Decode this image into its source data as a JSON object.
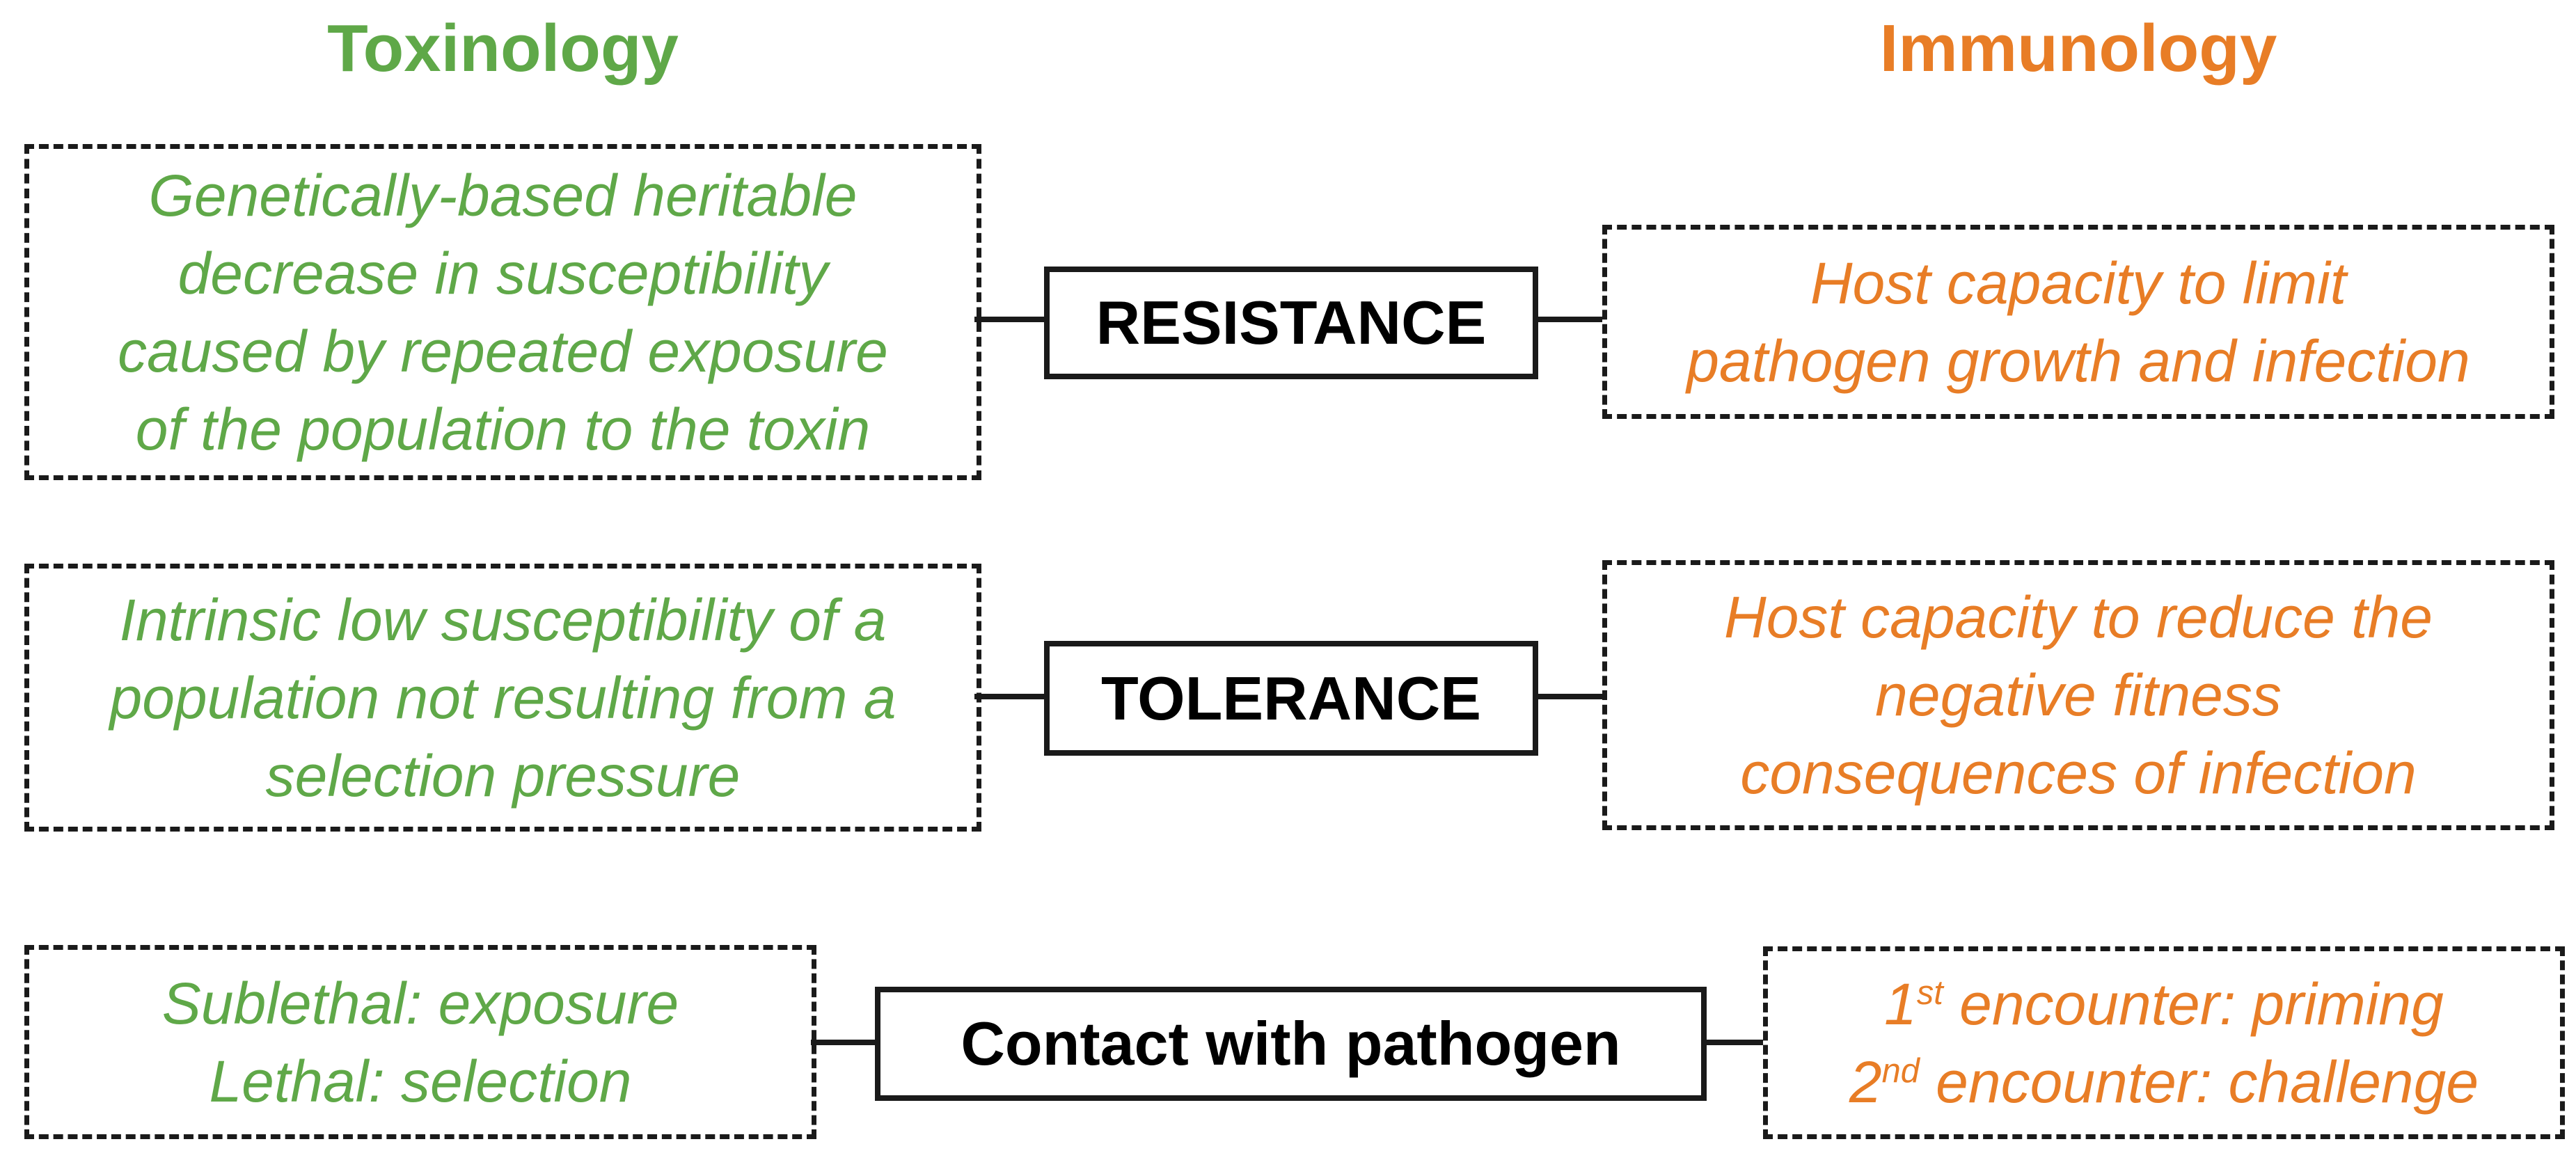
{
  "colors": {
    "toxinology_green": "#5FA848",
    "immunology_orange": "#E87D26",
    "line_black": "#1A1A1A"
  },
  "headers": {
    "left": "Toxinology",
    "right": "Immunology"
  },
  "rows": [
    {
      "center": "RESISTANCE",
      "left_lines": [
        "Genetically-based heritable",
        "decrease in susceptibility",
        "caused by repeated exposure",
        "of the population to the toxin"
      ],
      "right_lines": [
        "Host capacity to limit",
        "pathogen growth and infection"
      ]
    },
    {
      "center": "TOLERANCE",
      "left_lines": [
        "Intrinsic low susceptibility of a",
        "population not resulting from a",
        "selection pressure"
      ],
      "right_lines": [
        "Host capacity to reduce the",
        "negative fitness",
        "consequences of infection"
      ]
    },
    {
      "center": "Contact with pathogen",
      "left_lines": [
        "Sublethal: exposure",
        "Lethal: selection"
      ],
      "right_parts": [
        {
          "num": "1",
          "sup": "st",
          "text": " encounter: priming"
        },
        {
          "num": "2",
          "sup": "nd",
          "text": " encounter: challenge"
        }
      ]
    }
  ]
}
